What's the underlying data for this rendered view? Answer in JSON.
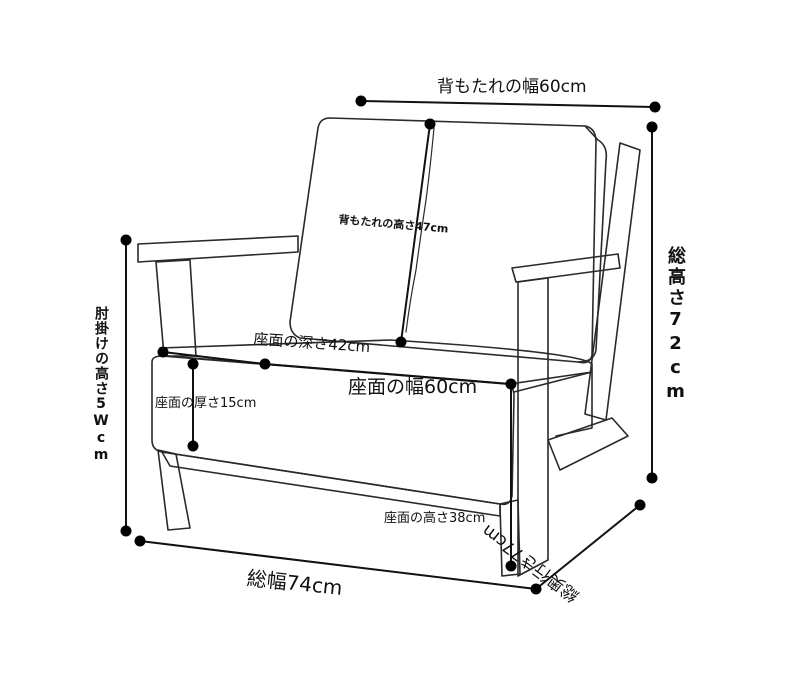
{
  "labels": {
    "back_width": "背もたれの幅60cm",
    "back_height": "背もたれの高さ47cm",
    "seat_depth": "座面の深さ42cm",
    "seat_width": "座面の幅60cm",
    "seat_thickness": "座面の厚さ15cm",
    "seat_height": "座面の高さ38cm",
    "total_width": "総幅74cm",
    "total_depth": "総奥行き77cm",
    "total_height": "総高さ72cm",
    "armrest_height": "肘掛けの高さ5Wcm"
  },
  "colors": {
    "line": "#222222",
    "dot": "#000000",
    "text": "#111111"
  }
}
